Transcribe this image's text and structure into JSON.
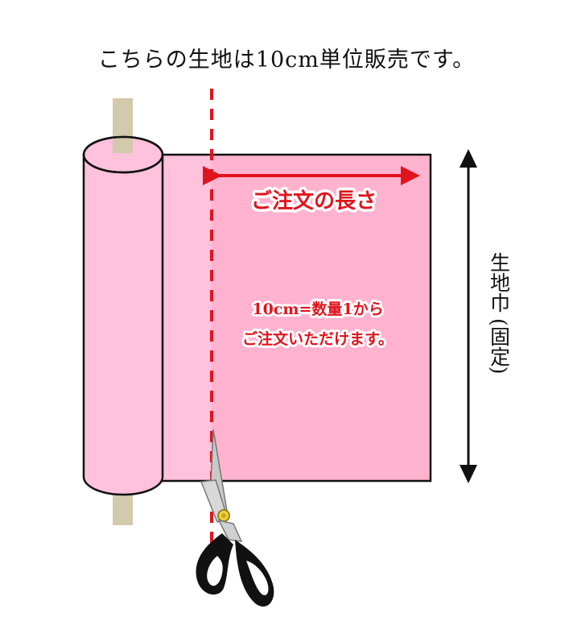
{
  "title": "こちらの生地は10cm単位販売です。",
  "labels": {
    "order_length": "ご注文の長さ",
    "quantity_line1": "10cm=数量1から",
    "quantity_line2": "ご注文いただけます。",
    "width_label": "生地巾",
    "width_label_paren": "(固定)"
  },
  "colors": {
    "fabric": "#ffb3cf",
    "roll": "#ffc1dc",
    "pole": "#d3c9ab",
    "cut_line": "#e0141e",
    "outline": "#111111"
  },
  "icons": {
    "scissors": "scissors-icon"
  }
}
